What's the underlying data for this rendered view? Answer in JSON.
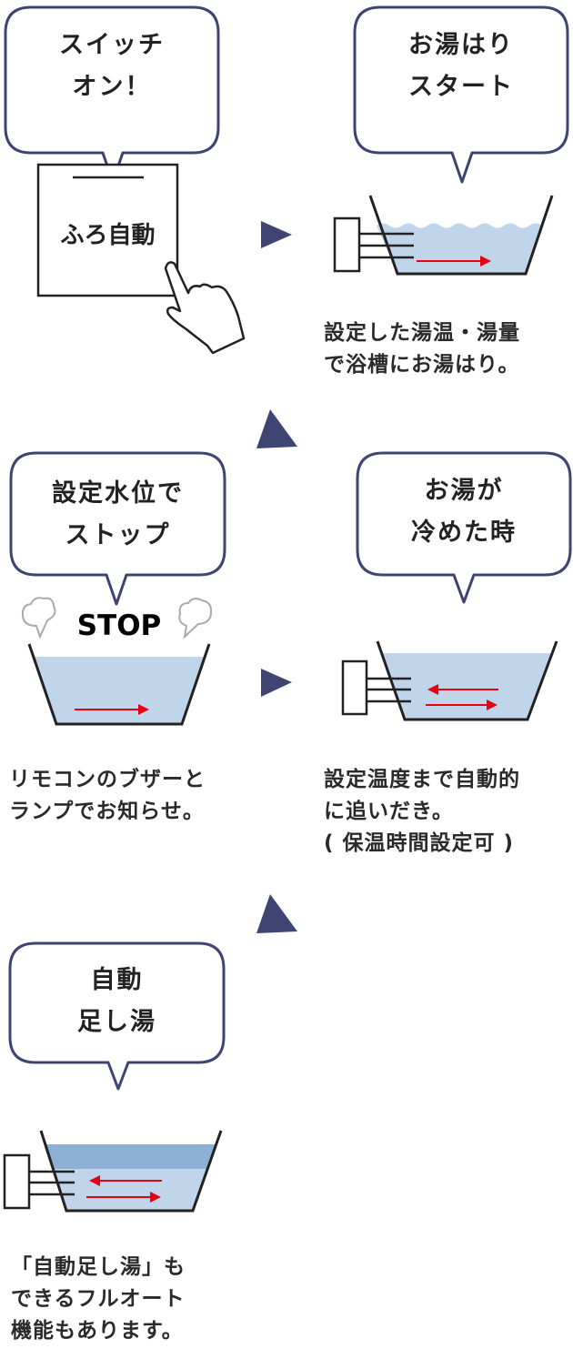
{
  "steps": [
    {
      "bubble": [
        "スイッチ",
        "オン！"
      ],
      "remote_label": "ふろ自動"
    },
    {
      "bubble": [
        "お湯はり",
        "スタート"
      ],
      "description": [
        "設定した湯温・湯量",
        "で浴槽にお湯はり。"
      ]
    },
    {
      "bubble": [
        "設定水位で",
        "ストップ"
      ],
      "stop_label": "STOP",
      "description": [
        "リモコンのブザーと",
        "ランプでお知らせ。"
      ]
    },
    {
      "bubble": [
        "お湯が",
        "冷めた時"
      ],
      "description": [
        "設定温度まで自動的",
        "に追いだき。",
        "( 保温時間設定可 )"
      ]
    },
    {
      "bubble": [
        "自動",
        "足し湯"
      ],
      "description": [
        "「自動足し湯」も",
        "できるフルオート",
        "機能もあります。"
      ]
    }
  ],
  "colors": {
    "navy": "#3f4572",
    "water": "#c0d4ea",
    "water_dark": "#8fb0d6",
    "arrow": "#e60012",
    "line": "#222222",
    "steam": "#aaaaaa"
  }
}
